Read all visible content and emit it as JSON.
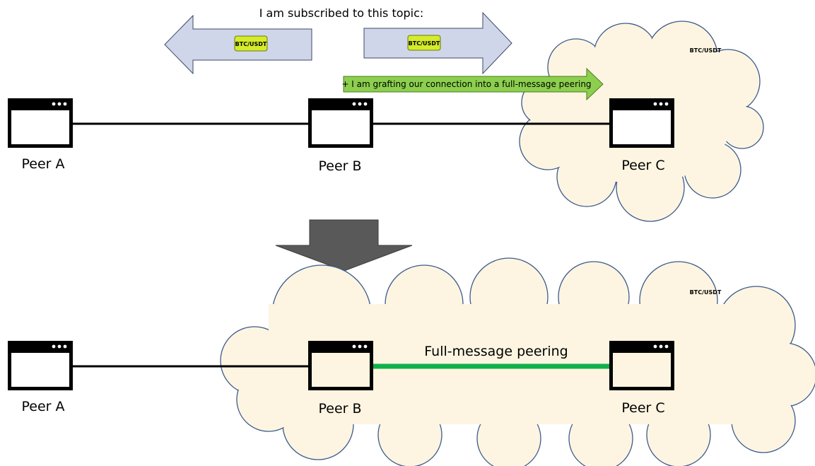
{
  "header": {
    "subscribed_text": "I am subscribed to this topic:"
  },
  "topic": {
    "name": "BTC/USDT"
  },
  "graft": {
    "text": "+ I am grafting our connection into a full-message peering"
  },
  "top_section": {
    "peers": [
      "Peer A",
      "Peer B",
      "Peer C"
    ],
    "cloud_label": "BTC/USDT"
  },
  "bottom_section": {
    "peers": [
      "Peer A",
      "Peer B",
      "Peer C"
    ],
    "cloud_label": "BTC/USDT",
    "link_label": "Full-message peering"
  },
  "colors": {
    "cloud_fill": "#fdf5e1",
    "cloud_stroke": "#3c5a8c",
    "arrow_fill": "#d0d6ea",
    "arrow_stroke": "#3c4a66",
    "badge_fill": "#d4ec2a",
    "graft_fill": "#8ccf4e",
    "peering_line": "#10b04a",
    "down_arrow": "#595959"
  }
}
